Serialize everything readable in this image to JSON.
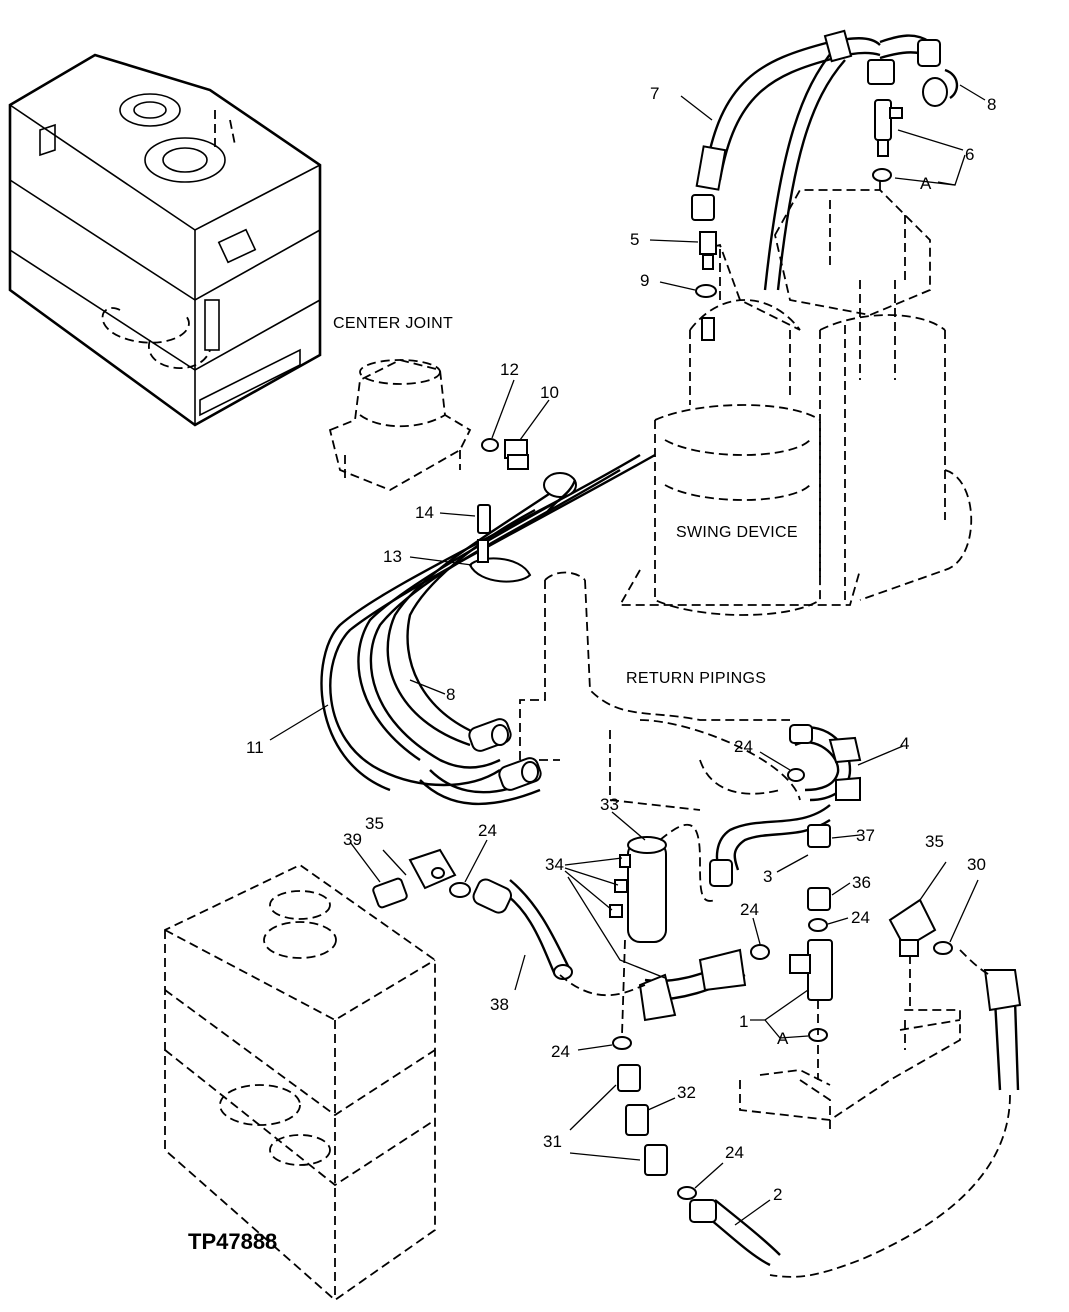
{
  "figure_id": "TP47888",
  "components": {
    "center_joint": "CENTER JOINT",
    "swing_device": "SWING DEVICE",
    "return_pipings": "RETURN PIPINGS"
  },
  "callouts": {
    "c1": "1",
    "c2": "2",
    "c3": "3",
    "c4": "4",
    "c5": "5",
    "c6": "6",
    "c7": "7",
    "c8a": "8",
    "c8b": "8",
    "c9": "9",
    "c10": "10",
    "c11": "11",
    "c12": "12",
    "c13": "13",
    "c14": "14",
    "c24a": "24",
    "c24b": "24",
    "c24c": "24",
    "c24d": "24",
    "c24e": "24",
    "c24f": "24",
    "c30": "30",
    "c31": "31",
    "c32": "32",
    "c33": "33",
    "c34": "34",
    "c35a": "35",
    "c35b": "35",
    "c36": "36",
    "c37": "37",
    "c38": "38",
    "c39": "39",
    "ref_a1": "A",
    "ref_a2": "A"
  }
}
